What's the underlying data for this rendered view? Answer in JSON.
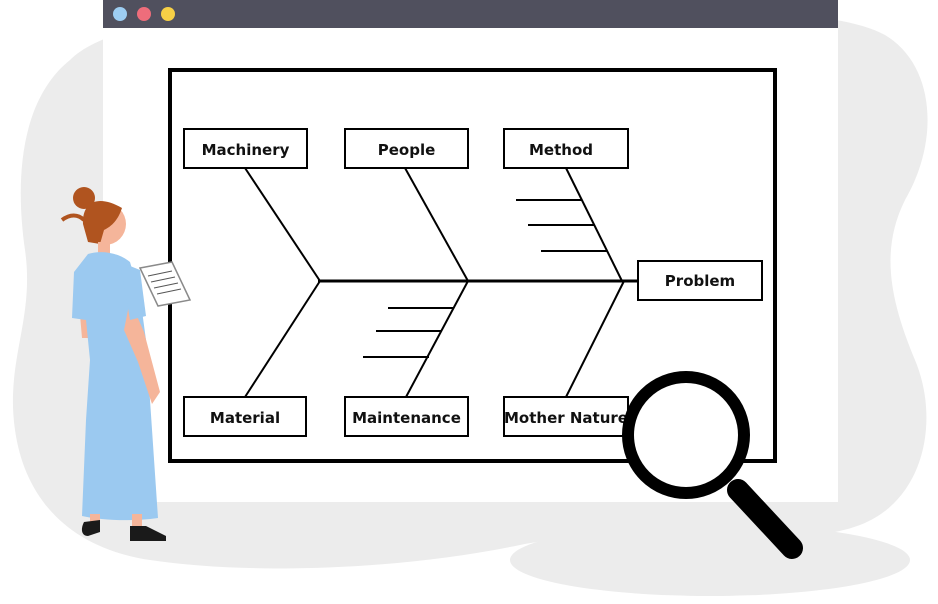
{
  "diagram": {
    "effect": "Problem",
    "causes": {
      "machinery": "Machinery",
      "people": "People",
      "method": "Method",
      "material": "Material",
      "maintenance": "Maintenance",
      "mother_nature": "Mother Nature"
    }
  },
  "colors": {
    "blob": "#ececec",
    "window_bar": "#50505e",
    "window_body": "#ffffff",
    "dot_blue": "#9dcdf2",
    "dot_red": "#ee6d7b",
    "dot_yellow": "#f7d046",
    "line": "#000000",
    "dress": "#9bc9f0",
    "hair": "#b0541f",
    "skin": "#f5b59a",
    "shoe": "#1a1a1a"
  },
  "icons": {
    "window_controls": [
      "close-dot",
      "minimize-dot",
      "maximize-dot"
    ],
    "magnifier": "magnifying-glass-icon",
    "person": "woman-with-clipboard-illustration"
  }
}
